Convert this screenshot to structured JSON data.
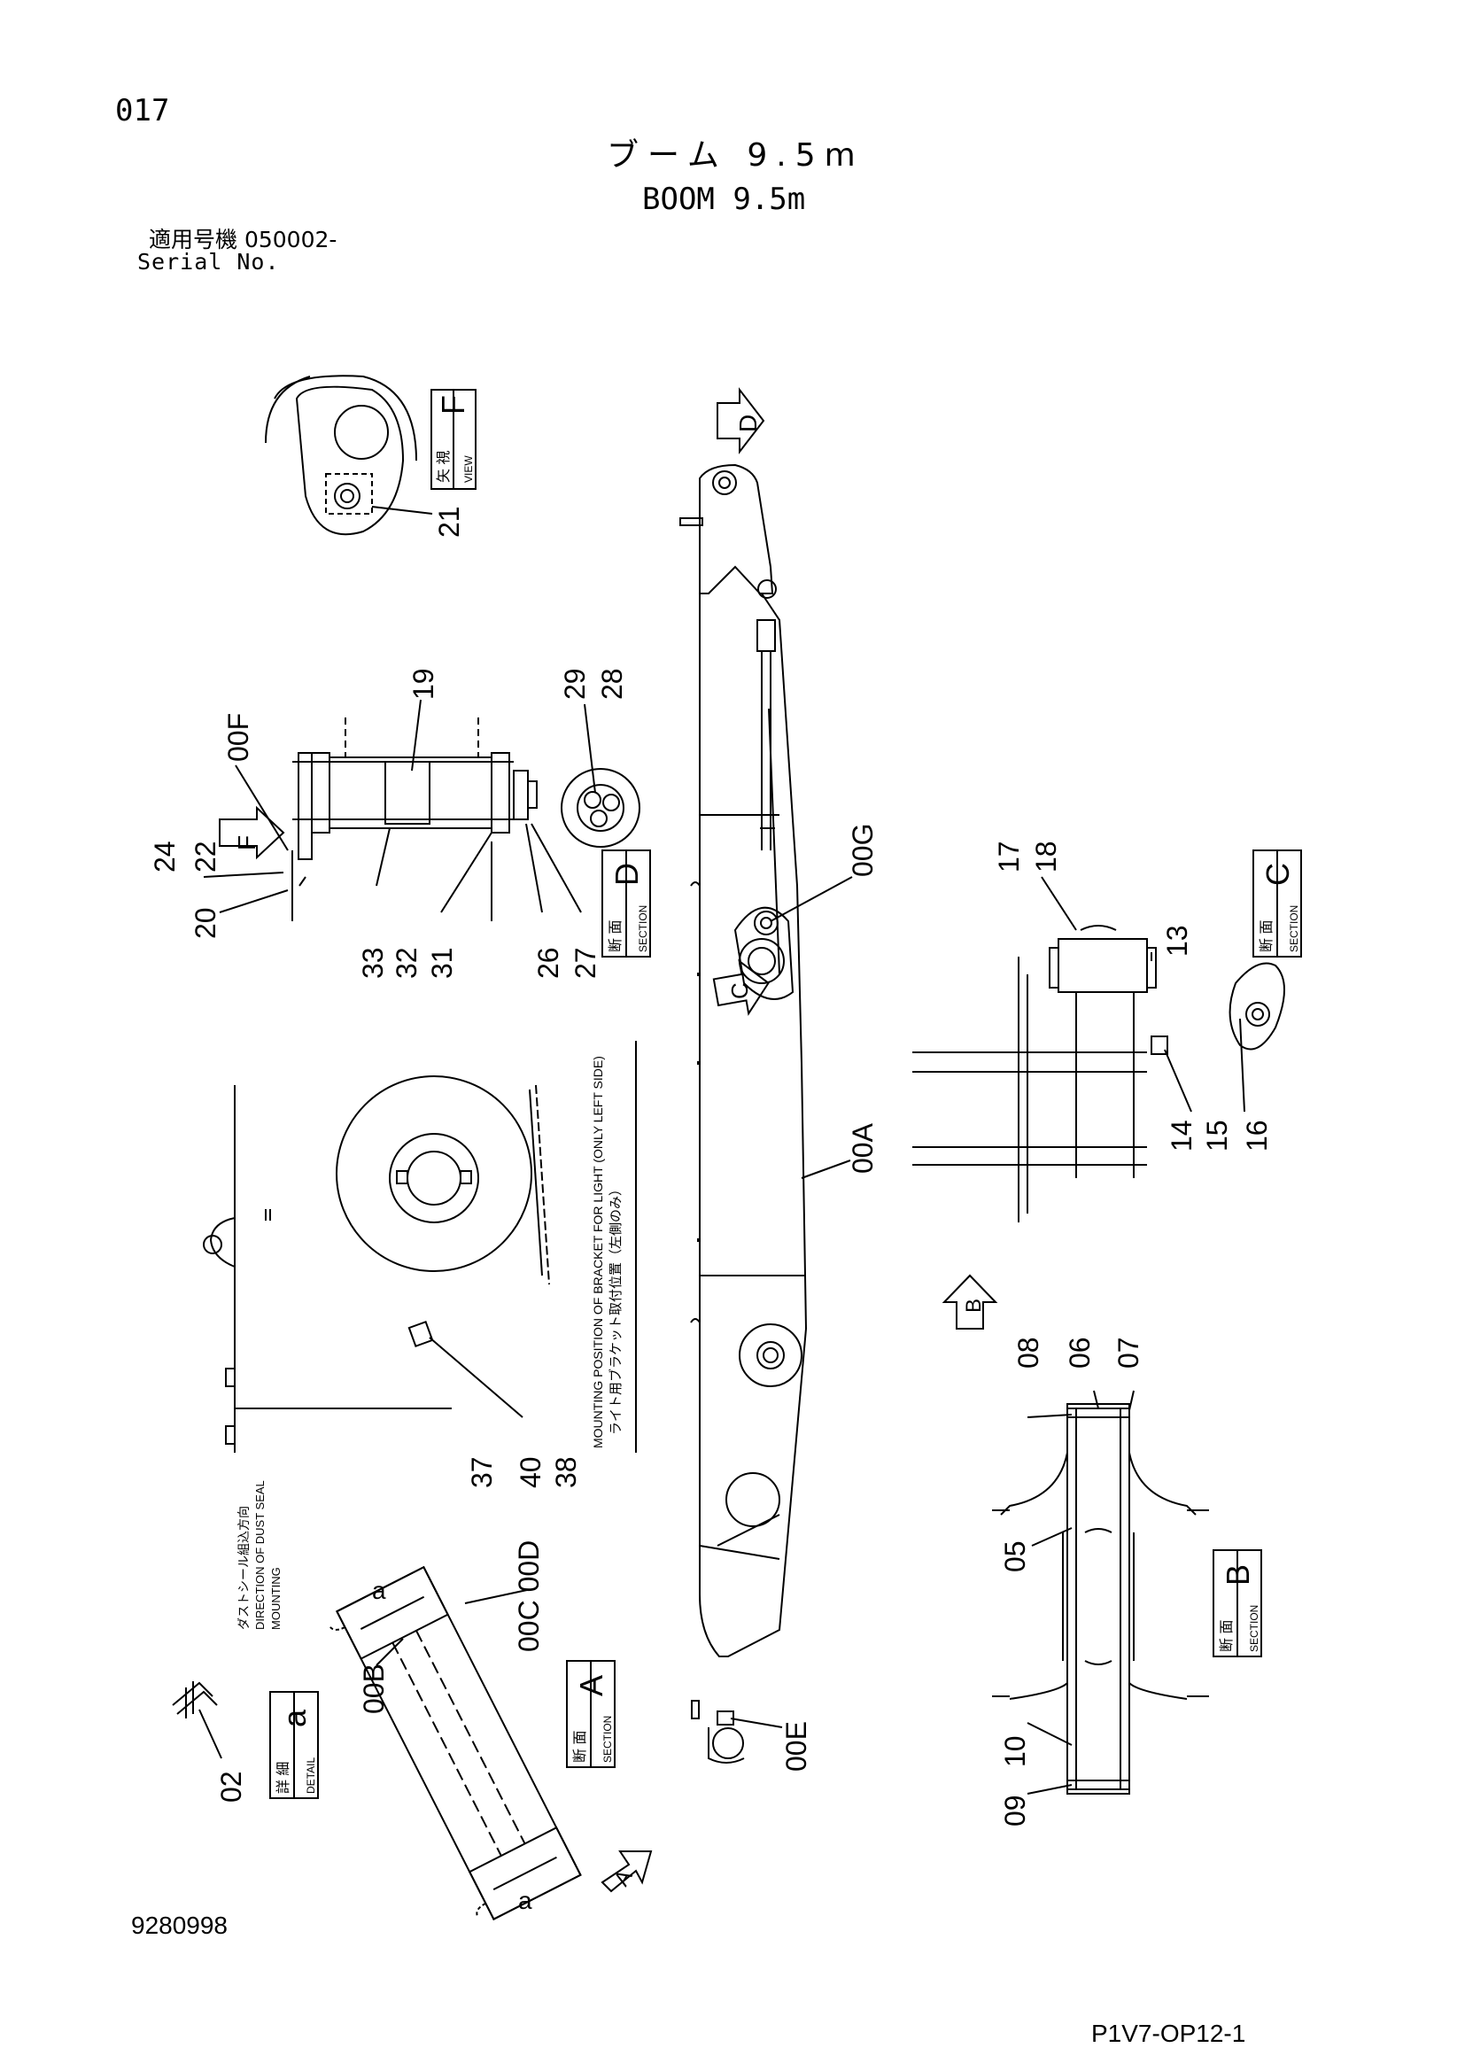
{
  "header": {
    "page_number": "017",
    "title_jp": "ブーム 9.5m",
    "title_en": "BOOM 9.5m",
    "serial_label_jp": "適用号機 050002-",
    "serial_label_en": "Serial No."
  },
  "footer": {
    "document_id": "9280998",
    "page_code": "P1V7-OP12-1"
  },
  "views": {
    "view_f": {
      "jp": "矢 視",
      "en": "VIEW",
      "letter": "F"
    },
    "section_d": {
      "jp": "断 面",
      "en": "SECTION",
      "letter": "D"
    },
    "section_c": {
      "jp": "断 面",
      "en": "SECTION",
      "letter": "C"
    },
    "section_b": {
      "jp": "断 面",
      "en": "SECTION",
      "letter": "B"
    },
    "section_a": {
      "jp": "断 面",
      "en": "SECTION",
      "letter": "A"
    },
    "detail_a": {
      "jp": "詳 細",
      "en": "DETAIL",
      "letter": "a"
    }
  },
  "arrows": {
    "d": "D",
    "c": "C",
    "f": "F",
    "b": "B",
    "a": "A"
  },
  "notes": {
    "light_bracket_en": "MOUNTING POSITION OF BRACKET FOR LIGHT (ONLY LEFT SIDE)",
    "light_bracket_jp": "ライト用ブラケット取付位置（左側のみ）",
    "dust_seal_jp": "ダストシール組込方向",
    "dust_seal_en_1": "DIRECTION OF DUST SEAL",
    "dust_seal_en_2": "MOUNTING",
    "detail_mark_a_top": "a",
    "detail_mark_a_bottom": "a"
  },
  "callouts": {
    "c21": "21",
    "c19": "19",
    "c00F": "00F",
    "c29": "29",
    "c28": "28",
    "c24": "24",
    "c22": "22",
    "c20": "20",
    "c33": "33",
    "c32": "32",
    "c31": "31",
    "c26": "26",
    "c27": "27",
    "c00G": "00G",
    "c17": "17",
    "c18": "18",
    "c13": "13",
    "c14": "14",
    "c15": "15",
    "c16": "16",
    "c00A": "00A",
    "c37": "37",
    "c40": "40",
    "c38": "38",
    "c08": "08",
    "c06": "06",
    "c07": "07",
    "c05": "05",
    "c10": "10",
    "c09": "09",
    "c00COOD": "00C 00D",
    "c00B": "00B",
    "c02": "02",
    "c00E": "00E"
  }
}
